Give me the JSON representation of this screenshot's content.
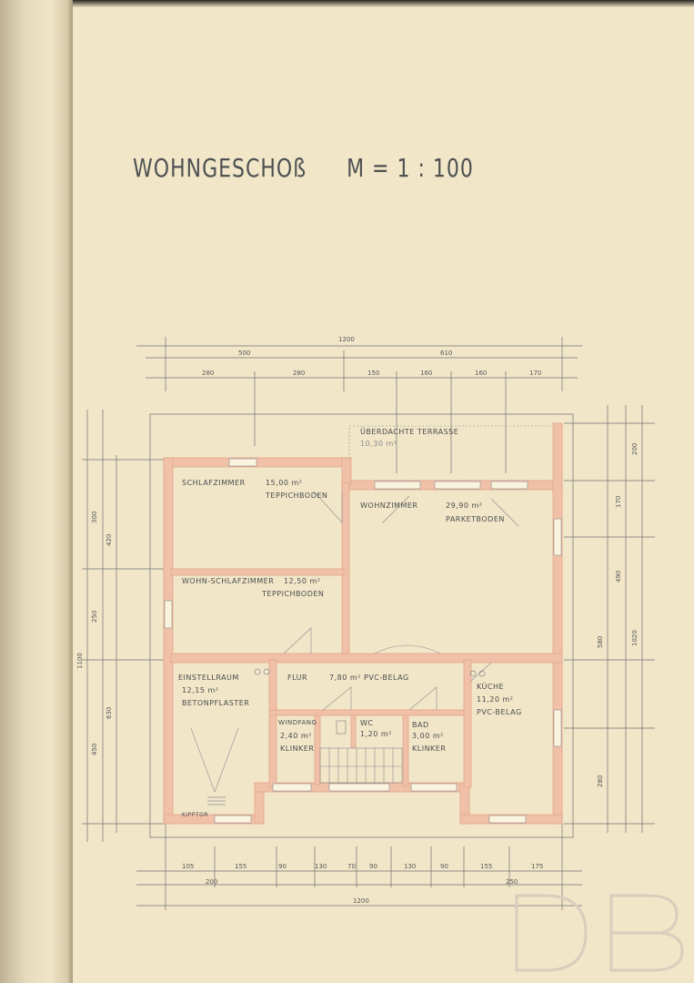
{
  "title": {
    "text": "WOHNGESCHOß",
    "scale": "M = 1 : 100"
  },
  "rooms": {
    "schlaf": {
      "name": "SCHLAFZIMMER",
      "area": "15,00 m²",
      "floor": "TEPPICHBODEN"
    },
    "wohn": {
      "name": "WOHNZIMMER",
      "area": "29,90 m²",
      "floor": "PARKETBODEN"
    },
    "wohnschlaf": {
      "name": "WOHN-SCHLAFZIMMER",
      "area": "12,50 m²",
      "floor": "TEPPICHBODEN"
    },
    "einstell": {
      "name": "EINSTELLRAUM",
      "area": "12,15 m²",
      "floor": "BETONPFLASTER"
    },
    "flur": {
      "name": "FLUR",
      "area": "7,80 m²",
      "floor": "PVC-BELAG"
    },
    "kueche": {
      "name": "KÜCHE",
      "area": "11,20 m²",
      "floor": "PVC-BELAG"
    },
    "windfang": {
      "name": "WINDFANG",
      "area": "2,40 m²",
      "floor": "KLINKER"
    },
    "wc": {
      "name": "WC",
      "area": "1,20 m²"
    },
    "bad": {
      "name": "BAD",
      "area": "3,00 m²",
      "floor": "KLINKER"
    },
    "terrasse": {
      "name": "ÜBERDACHTE TERRASSE",
      "area": "10,30 m²"
    },
    "kipptor": {
      "name": "KIPPTOR"
    }
  },
  "dims": {
    "top_total": "1200",
    "top_a": "500",
    "top_b": "610",
    "top_c1": "280",
    "top_c2": "280",
    "top_c3": "150",
    "top_c4": "160",
    "top_c5": "160",
    "top_c6": "170",
    "bottom_total": "1200",
    "bottom_a": "105",
    "bottom_b": "155",
    "bottom_c": "90",
    "bottom_d": "130",
    "bottom_e": "70",
    "bottom_f": "90",
    "bottom_g": "130",
    "bottom_h": "90",
    "bottom_i": "155",
    "bottom_j": "175",
    "bottom_k": "200",
    "bottom_l": "250",
    "left_total": "1100",
    "left_a": "420",
    "left_b": "630",
    "left_c": "300",
    "left_d": "250",
    "left_e": "450",
    "right_a": "200",
    "right_b": "490",
    "right_c": "580",
    "right_d": "1020",
    "right_e": "170",
    "right_f": "280"
  },
  "colors": {
    "paper": "#f1e6c8",
    "wall": "#f0c1a8",
    "wallEdge": "#e8a890",
    "ink": "#4a4c4e"
  },
  "watermark": "DB"
}
